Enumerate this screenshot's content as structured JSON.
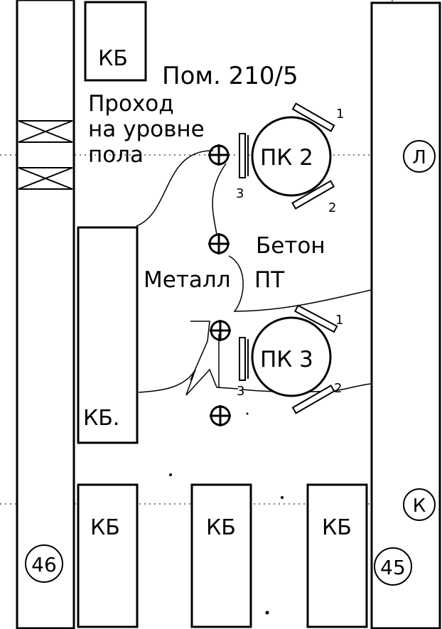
{
  "room_label": "Пом. 210/5",
  "passage_label": [
    "Проход",
    "на уровне",
    "пола"
  ],
  "materials": {
    "concrete": "Бетон",
    "metal": "Металл",
    "pt": "ПТ"
  },
  "pk2": {
    "label": "ПК 2",
    "port_1": "1",
    "port_2": "2",
    "port_3": "3"
  },
  "pk3": {
    "label": "ПК 3",
    "port_1": "1",
    "port_2": "2",
    "port_3": "3"
  },
  "cabinets": {
    "top": "КБ",
    "left_tall": "КБ.",
    "bottom_1": "КБ",
    "bottom_2": "КБ",
    "bottom_3": "КБ"
  },
  "axes": {
    "l": "Л",
    "k": "К",
    "c46": "46",
    "c45": "45"
  }
}
